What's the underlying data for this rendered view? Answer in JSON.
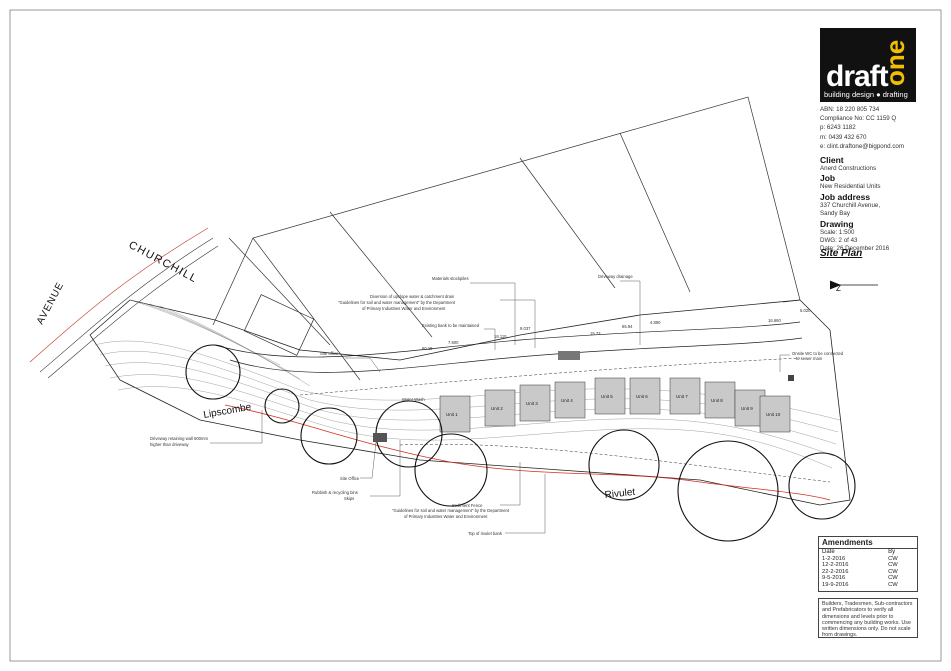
{
  "logo": {
    "word": "draft",
    "accent": "one",
    "tagline": "building design ● drafting",
    "accent_color": "#f0c000"
  },
  "company": {
    "abn": "ABN: 18 220 805 734",
    "compliance": "Compliance No:  CC 1159 Q",
    "phone": "p:   6243 1182",
    "mobile": "m:  0439 432 670",
    "email": "e:   clint.draftone@bigpond.com"
  },
  "client": {
    "label": "Client",
    "value": "Anerd Constructions"
  },
  "job": {
    "label": "Job",
    "value": "New Residential Units"
  },
  "job_address": {
    "label": "Job address",
    "line1": "337 Churchill Avenue,",
    "line2": "Sandy Bay"
  },
  "drawing": {
    "label": "Drawing",
    "scale": "Scale: 1:500",
    "dwg": "DWG: 2 of 43",
    "date": "Date:  26 December 2016"
  },
  "sheet_title": "Site Plan",
  "amendments": {
    "title": "Amendments",
    "col_date": "Date",
    "col_by": "By",
    "rows": [
      {
        "date": "1-2-2016",
        "by": "CW"
      },
      {
        "date": "12-2-2016",
        "by": "CW"
      },
      {
        "date": "22-2-2016",
        "by": "CW"
      },
      {
        "date": "9-5-2016",
        "by": "CW"
      },
      {
        "date": "19-9-2016",
        "by": "CW"
      }
    ]
  },
  "note": "Builders, Tradesmen, Sub-contractors and Prefabricators to verify all dimensions and levels prior to commencing any building works. Use written dimensions only. Do not scale from drawings.",
  "plan": {
    "street1": "CHURCHILL",
    "street2": "AVENUE",
    "street3": "Lipscombe",
    "rivulet": "Rivulet",
    "ann_stockpiles": "Materials stockpiles",
    "ann_diversion": "Diversion of upslope water & catchment drain",
    "ann_guidelines": "\"Guidelines for soil and water management\" by the Department",
    "ann_dpi": "of Primary Industries Water and Environment",
    "ann_existing_bank": "Existing bank to be maintained",
    "ann_driveway_drainage": "Driveway drainage",
    "ann_site_office_lbl": "Site office",
    "ann_onsite_wc": "Onsite WC to be connected",
    "ann_onsite_wc2": "to sewer main",
    "ann_site_office": "Site Office",
    "ann_retaining1": "Driveway retaining wall 600mm",
    "ann_retaining2": "higher than driveway",
    "ann_rubbish1": "Rubbish & recycling bins",
    "ann_rubbish2": "Skips",
    "ann_sediment": "Sediment Fence",
    "ann_top_bank": "Top of rivulet bank",
    "ann_wheel_wash": "Water Wash",
    "units": [
      "Unit 1",
      "Unit 2",
      "Unit 3",
      "Unit 4",
      "Unit 5",
      "Unit 6",
      "Unit 7",
      "Unit 8",
      "Unit 9",
      "Unit 10"
    ],
    "dims": [
      "5.020",
      "16.660",
      "7.900",
      "9.037",
      "15.73",
      "18.110",
      "60.15",
      "65.94",
      "4.890"
    ]
  }
}
